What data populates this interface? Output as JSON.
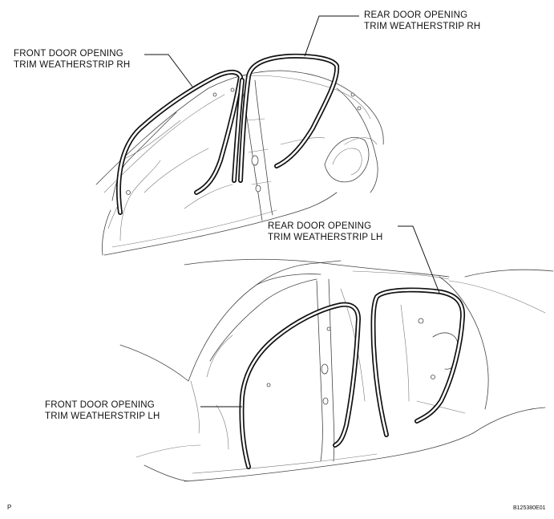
{
  "labels": {
    "rear_rh": [
      "REAR DOOR OPENING",
      "TRIM WEATHERSTRIP RH"
    ],
    "front_rh": [
      "FRONT DOOR OPENING",
      "TRIM WEATHERSTRIP RH"
    ],
    "rear_lh": [
      "REAR DOOR OPENING",
      "TRIM WEATHERSTRIP LH"
    ],
    "front_lh": [
      "FRONT DOOR OPENING",
      "TRIM WEATHERSTRIP LH"
    ]
  },
  "footer": {
    "left": "P",
    "right": "B125380E01"
  }
}
